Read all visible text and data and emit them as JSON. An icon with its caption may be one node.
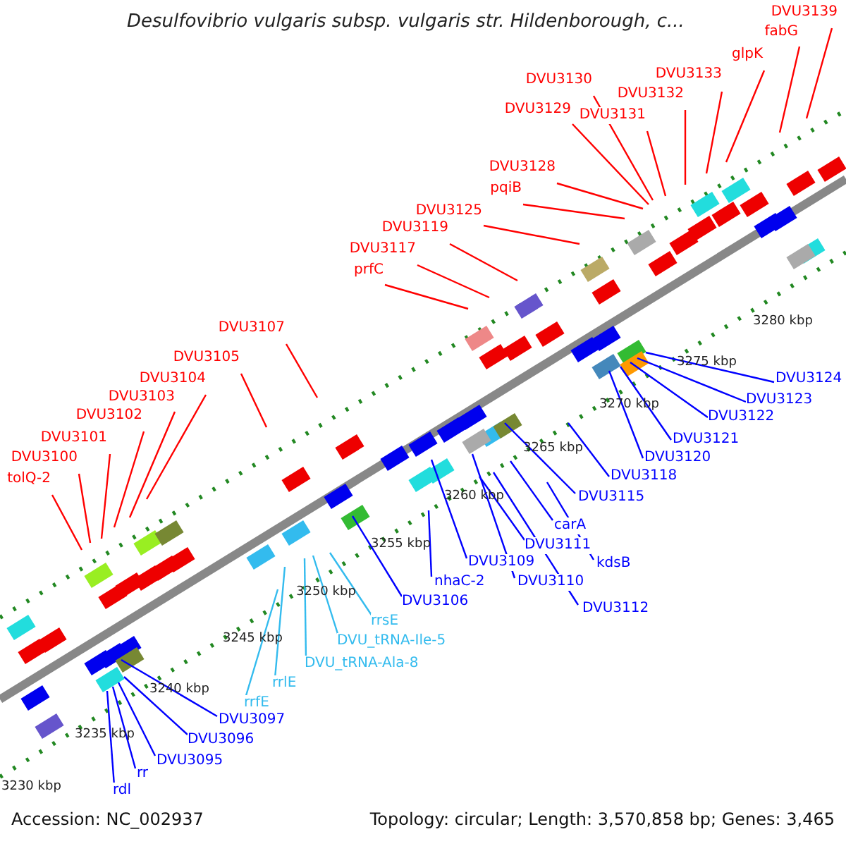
{
  "diagram": {
    "title": "Desulfovibrio vulgaris subsp. vulgaris str. Hildenborough, c...",
    "nodes": [
      {
        "text": [
          "DVU3139"
        ]
      },
      {
        "text": [
          "fabG"
        ]
      },
      {
        "text": [
          "glpK"
        ]
      },
      {
        "text": [
          "DVU3133"
        ]
      },
      {
        "text": [
          "DVU3132"
        ]
      },
      {
        "text": [
          "DVU3131"
        ]
      },
      {
        "text": [
          "DVU3130"
        ]
      },
      {
        "text": [
          "DVU3129"
        ]
      },
      {
        "text": [
          "DVU3128"
        ]
      },
      {
        "text": [
          "pqiB"
        ]
      },
      {
        "text": [
          "DVU3125"
        ]
      },
      {
        "text": [
          "DVU3119"
        ]
      },
      {
        "text": [
          "DVU3117"
        ]
      },
      {
        "text": [
          "prfC"
        ]
      },
      {
        "text": [
          "DVU3107"
        ]
      },
      {
        "text": [
          "DVU3105"
        ]
      },
      {
        "text": [
          "DVU3104"
        ]
      },
      {
        "text": [
          "DVU3103"
        ]
      },
      {
        "text": [
          "DVU3102"
        ]
      },
      {
        "text": [
          "DVU3101"
        ]
      },
      {
        "text": [
          "DVU3100"
        ]
      },
      {
        "text": [
          "tolQ-2"
        ]
      },
      {
        "text": [
          "DVU3124"
        ]
      },
      {
        "text": [
          "DVU3123"
        ]
      },
      {
        "text": [
          "DVU3122"
        ]
      },
      {
        "text": [
          "DVU3121"
        ]
      },
      {
        "text": [
          "DVU3120"
        ]
      },
      {
        "text": [
          "DVU3118"
        ]
      },
      {
        "text": [
          "DVU3115"
        ]
      },
      {
        "text": [
          "carA"
        ]
      },
      {
        "text": [
          "DVU3111"
        ]
      },
      {
        "text": [
          "kdsB"
        ]
      },
      {
        "text": [
          "DVU3109"
        ]
      },
      {
        "text": [
          "DVU3110"
        ]
      },
      {
        "text": [
          "nhaC-2"
        ]
      },
      {
        "text": [
          "DVU3106"
        ]
      },
      {
        "text": [
          "DVU3112"
        ]
      },
      {
        "text": [
          "rrsE"
        ]
      },
      {
        "text": [
          "DVU_tRNA-Ile-5"
        ]
      },
      {
        "text": [
          "DVU_tRNA-Ala-8"
        ]
      },
      {
        "text": [
          "rrlE"
        ]
      },
      {
        "text": [
          "rrfE"
        ]
      },
      {
        "text": [
          "DVU3097"
        ]
      },
      {
        "text": [
          "DVU3096"
        ]
      },
      {
        "text": [
          "DVU3095"
        ]
      },
      {
        "text": [
          "rr"
        ]
      },
      {
        "text": [
          "rdl"
        ]
      }
    ],
    "edges": [
      {
        "from": 0,
        "to": null,
        "arrow": "none",
        "color": "#ff0000"
      },
      {
        "from": 1,
        "to": null,
        "arrow": "none",
        "color": "#ff0000"
      },
      {
        "from": 2,
        "to": null,
        "arrow": "none",
        "color": "#ff0000"
      },
      {
        "from": 3,
        "to": null,
        "arrow": "none",
        "color": "#ff0000"
      },
      {
        "from": 4,
        "to": null,
        "arrow": "none",
        "color": "#ff0000"
      },
      {
        "from": 5,
        "to": null,
        "arrow": "none",
        "color": "#ff0000"
      },
      {
        "from": 6,
        "to": null,
        "arrow": "none",
        "color": "#ff0000"
      },
      {
        "from": 7,
        "to": null,
        "arrow": "none",
        "color": "#ff0000"
      },
      {
        "from": 8,
        "to": null,
        "arrow": "none",
        "color": "#ff0000"
      },
      {
        "from": 9,
        "to": null,
        "arrow": "none",
        "color": "#ff0000"
      },
      {
        "from": 10,
        "to": null,
        "arrow": "none",
        "color": "#ff0000"
      },
      {
        "from": 11,
        "to": null,
        "arrow": "none",
        "color": "#ff0000"
      },
      {
        "from": 12,
        "to": null,
        "arrow": "none",
        "color": "#ff0000"
      },
      {
        "from": 13,
        "to": null,
        "arrow": "none",
        "color": "#ff0000"
      },
      {
        "from": 14,
        "to": null,
        "arrow": "none",
        "color": "#ff0000"
      },
      {
        "from": 15,
        "to": null,
        "arrow": "none",
        "color": "#ff0000"
      },
      {
        "from": 16,
        "to": null,
        "arrow": "none",
        "color": "#ff0000"
      },
      {
        "from": 17,
        "to": null,
        "arrow": "none",
        "color": "#ff0000"
      },
      {
        "from": 18,
        "to": null,
        "arrow": "none",
        "color": "#ff0000"
      },
      {
        "from": 19,
        "to": null,
        "arrow": "none",
        "color": "#ff0000"
      },
      {
        "from": 20,
        "to": null,
        "arrow": "none",
        "color": "#ff0000"
      },
      {
        "from": 21,
        "to": null,
        "arrow": "none",
        "color": "#ff0000"
      },
      {
        "from": 22,
        "to": null,
        "arrow": "none",
        "color": "#0000ff"
      },
      {
        "from": 23,
        "to": null,
        "arrow": "none",
        "color": "#0000ff"
      },
      {
        "from": 24,
        "to": null,
        "arrow": "none",
        "color": "#0000ff"
      },
      {
        "from": 25,
        "to": null,
        "arrow": "none",
        "color": "#0000ff"
      },
      {
        "from": 26,
        "to": null,
        "arrow": "none",
        "color": "#0000ff"
      },
      {
        "from": 27,
        "to": null,
        "arrow": "none",
        "color": "#0000ff"
      },
      {
        "from": 28,
        "to": null,
        "arrow": "none",
        "color": "#0000ff"
      },
      {
        "from": 29,
        "to": null,
        "arrow": "none",
        "color": "#0000ff"
      },
      {
        "from": 30,
        "to": null,
        "arrow": "none",
        "color": "#0000ff"
      },
      {
        "from": 31,
        "to": null,
        "arrow": "none",
        "color": "#0000ff"
      },
      {
        "from": 32,
        "to": null,
        "arrow": "none",
        "color": "#0000ff"
      },
      {
        "from": 33,
        "to": null,
        "arrow": "none",
        "color": "#0000ff"
      },
      {
        "from": 34,
        "to": null,
        "arrow": "none",
        "color": "#0000ff"
      },
      {
        "from": 35,
        "to": null,
        "arrow": "none",
        "color": "#0000ff"
      },
      {
        "from": 36,
        "to": null,
        "arrow": "none",
        "color": "#0000ff"
      },
      {
        "from": 37,
        "to": null,
        "arrow": "none",
        "color": "#33bbee"
      },
      {
        "from": 38,
        "to": null,
        "arrow": "none",
        "color": "#33bbee"
      },
      {
        "from": 39,
        "to": null,
        "arrow": "none",
        "color": "#33bbee"
      },
      {
        "from": 40,
        "to": null,
        "arrow": "none",
        "color": "#33bbee"
      },
      {
        "from": 41,
        "to": null,
        "arrow": "none",
        "color": "#33bbee"
      },
      {
        "from": 42,
        "to": null,
        "arrow": "none",
        "color": "#0000ff"
      },
      {
        "from": 43,
        "to": null,
        "arrow": "none",
        "color": "#0000ff"
      },
      {
        "from": 44,
        "to": null,
        "arrow": "none",
        "color": "#0000ff"
      },
      {
        "from": 45,
        "to": null,
        "arrow": "none",
        "color": "#0000ff"
      },
      {
        "from": 46,
        "to": null,
        "arrow": "none",
        "color": "#0000ff"
      }
    ],
    "labels": [
      "3280 kbp",
      "3275 kbp",
      "3270 kbp",
      "3265 kbp",
      "3260 kbp",
      "3255 kbp",
      "3250 kbp",
      "3245 kbp",
      "3240 kbp",
      "3235 kbp",
      "3230 kbp",
      "Accession: NC_002937",
      "Topology: circular; Length: 3,570,858 bp; Genes: 3,465"
    ]
  }
}
